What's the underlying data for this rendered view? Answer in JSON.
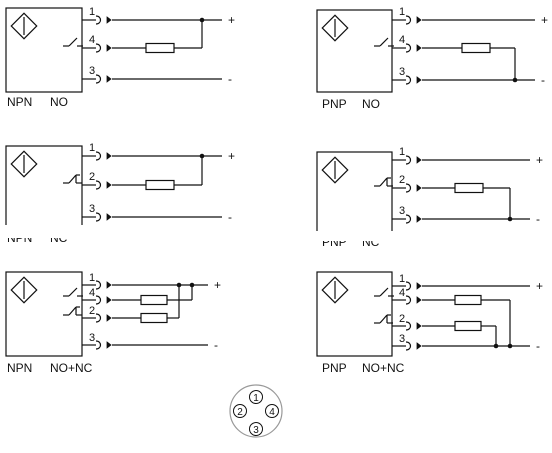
{
  "diagrams": [
    {
      "type": "NPN",
      "output": "NO",
      "pins": [
        "1",
        "4",
        "3"
      ],
      "plus": "+",
      "minus": "-"
    },
    {
      "type": "PNP",
      "output": "NO",
      "pins": [
        "1",
        "4",
        "3"
      ],
      "plus": "+",
      "minus": "-"
    },
    {
      "type": "NPN",
      "output": "NC",
      "pins": [
        "1",
        "2",
        "3"
      ],
      "plus": "+",
      "minus": "-"
    },
    {
      "type": "PNP",
      "output": "NC",
      "pins": [
        "1",
        "2",
        "3"
      ],
      "plus": "+",
      "minus": "-"
    },
    {
      "type": "NPN",
      "output": "NO+NC",
      "pins": [
        "1",
        "4",
        "2",
        "3"
      ],
      "plus": "+",
      "minus": "-"
    },
    {
      "type": "PNP",
      "output": "NO+NC",
      "pins": [
        "1",
        "4",
        "2",
        "3"
      ],
      "plus": "+",
      "minus": "-"
    }
  ],
  "connector": {
    "pins": [
      "1",
      "2",
      "4",
      "3"
    ]
  },
  "icons": [
    "proximity-sensor-icon",
    "normally-open-switch-icon",
    "normally-closed-switch-icon",
    "resistor-load-icon",
    "connector-socket-icon"
  ]
}
